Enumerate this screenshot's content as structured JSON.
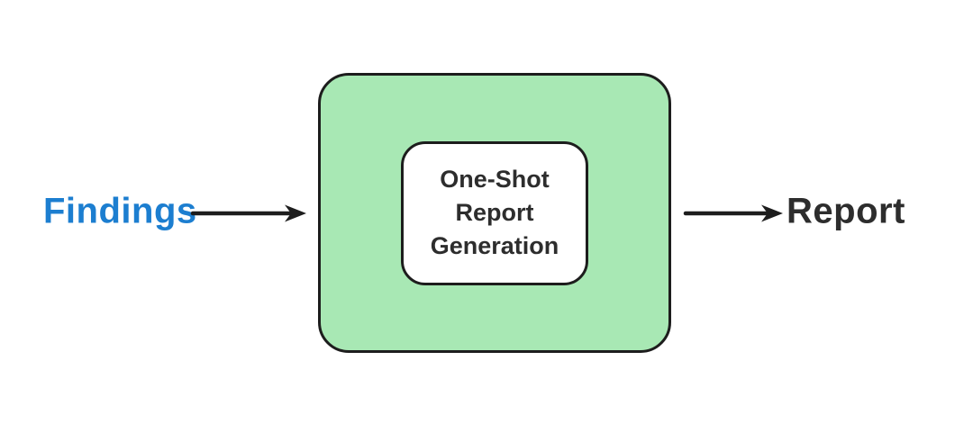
{
  "diagram": {
    "input_label": "Findings",
    "output_label": "Report",
    "process_box": {
      "label_lines": [
        "One-Shot",
        "Report",
        "Generation"
      ],
      "label": "One-Shot Report Generation"
    },
    "icons": [
      "arrow-right-icon",
      "arrow-right-icon"
    ],
    "colors": {
      "background": "#ffffff",
      "input_text": "#1c7ed0",
      "text_dark": "#2d2d2d",
      "stroke": "#1d1d1d",
      "box_fill": "#a8e8b4",
      "inner_fill": "#ffffff"
    }
  }
}
